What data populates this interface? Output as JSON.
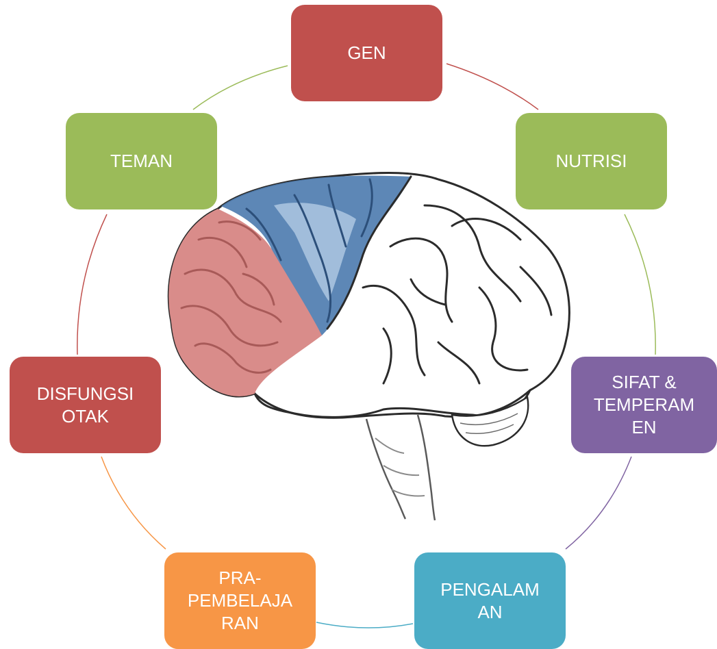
{
  "diagram": {
    "type": "cycle",
    "nodes": [
      {
        "id": "gen",
        "label": "GEN",
        "color": "#c0504d"
      },
      {
        "id": "nutrisi",
        "label": "NUTRISI",
        "color": "#9bbb59"
      },
      {
        "id": "sifat",
        "label": "SIFAT &\nTEMPERAM\nEN",
        "color": "#8064a2"
      },
      {
        "id": "pengalaman",
        "label": "PENGALAM\nAN",
        "color": "#4bacc6"
      },
      {
        "id": "pra",
        "label": "PRA-\nPEMBELAJA\nRAN",
        "color": "#f79646"
      },
      {
        "id": "disfungsi",
        "label": "DISFUNGSI\nOTAK",
        "color": "#c0504d"
      },
      {
        "id": "teman",
        "label": "TEMAN",
        "color": "#9bbb59"
      }
    ],
    "center_image": "brain-illustration",
    "colors": {
      "brain_frontal": "#d98c8a",
      "brain_motor": "#4f7db0",
      "brain_outline": "#2b2b2b"
    }
  }
}
